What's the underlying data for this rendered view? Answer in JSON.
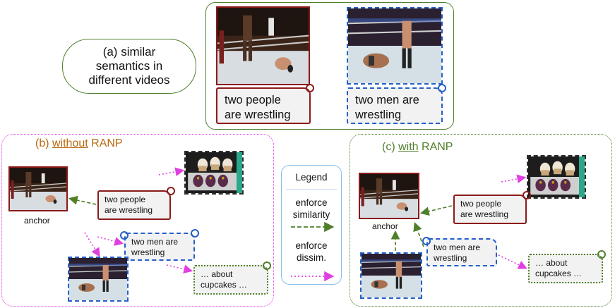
{
  "top": {
    "caption_a": "two people\nare wrestling",
    "caption_b": "two men are\nwrestling"
  },
  "pill": {
    "text": "(a) similar\nsemantics in\ndifferent videos"
  },
  "panel_b": {
    "prefix": "(b) ",
    "underlined": "without",
    "suffix": " RANP",
    "anchor_label": "anchor",
    "caption_people": "two people\nare wrestling",
    "caption_men": "two men are\nwrestling",
    "caption_cupcakes": "… about\ncupcakes …"
  },
  "panel_c": {
    "prefix": "(c) ",
    "underlined": "with",
    "suffix": " RANP",
    "anchor_label": "anchor",
    "caption_people": "two people\nare wrestling",
    "caption_men": "two men are\nwrestling",
    "caption_cupcakes": "… about\ncupcakes …"
  },
  "legend": {
    "title": "Legend",
    "similarity": "enforce\nsimilarity",
    "dissim": "enforce\ndissim."
  },
  "colors": {
    "green": "#4f7f2a",
    "magenta": "#e040e0",
    "red_border": "#8b1a1a",
    "blue_border": "#2460c8",
    "orange_title": "#b9680f"
  }
}
